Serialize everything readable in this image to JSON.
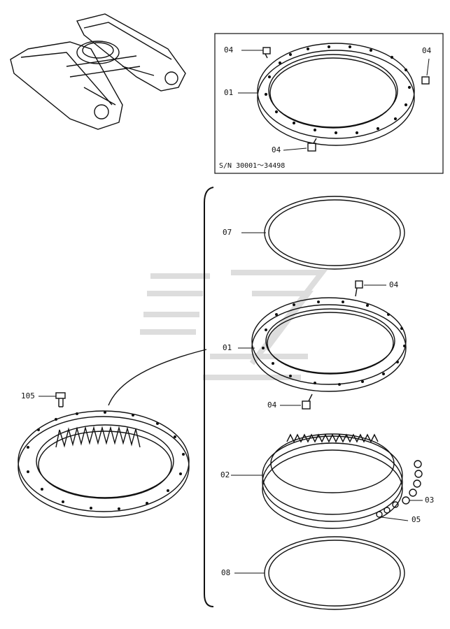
{
  "inset": {
    "serial_note": "S/N 30001～34498",
    "labels": {
      "top_left": "04",
      "top_right": "04",
      "ring": "01",
      "bottom": "04"
    }
  },
  "exploded": {
    "labels": {
      "seal_top": "07",
      "bolt_top": "04",
      "outer_race": "01",
      "bolt_bottom": "04",
      "inner_race": "02",
      "ball": "03",
      "spacer": "05",
      "seal_bottom": "08"
    }
  },
  "assembly": {
    "bolt_label": "105"
  }
}
